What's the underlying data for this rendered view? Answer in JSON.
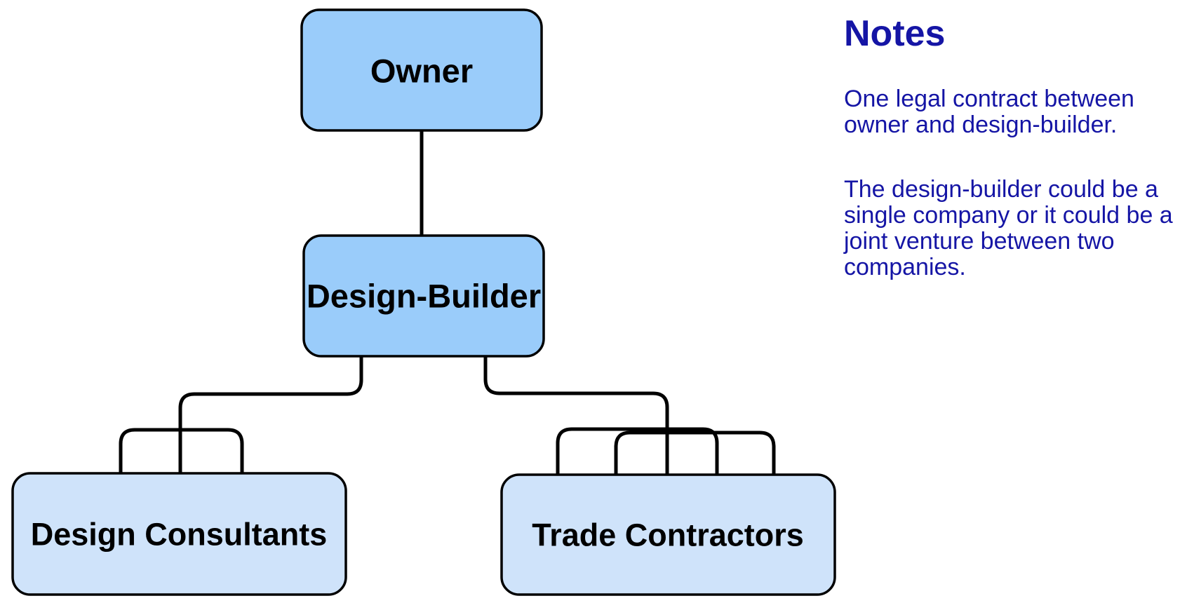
{
  "colors": {
    "node_fill_top": "#9ACCFA",
    "node_fill_bottom": "#CFE3FA",
    "node_border": "#000000",
    "connector": "#000000",
    "notes_text": "#1515A5"
  },
  "diagram": {
    "nodes": [
      {
        "id": "owner",
        "label": "Owner"
      },
      {
        "id": "design-builder",
        "label": "Design-Builder"
      },
      {
        "id": "design-consultants",
        "label": "Design Consultants"
      },
      {
        "id": "trade-contractors",
        "label": "Trade Contractors"
      }
    ],
    "edges": [
      {
        "from": "Owner",
        "to": "Design-Builder",
        "connection_points": 1
      },
      {
        "from": "Design-Builder",
        "to": "Design Consultants",
        "connection_points": 3
      },
      {
        "from": "Design-Builder",
        "to": "Trade Contractors",
        "connection_points": 5
      }
    ]
  },
  "notes": {
    "title": "Notes",
    "paragraphs": [
      "One legal contract between owner and design-builder.",
      "The design-builder could be a single company or it could be a joint venture between two companies."
    ]
  }
}
